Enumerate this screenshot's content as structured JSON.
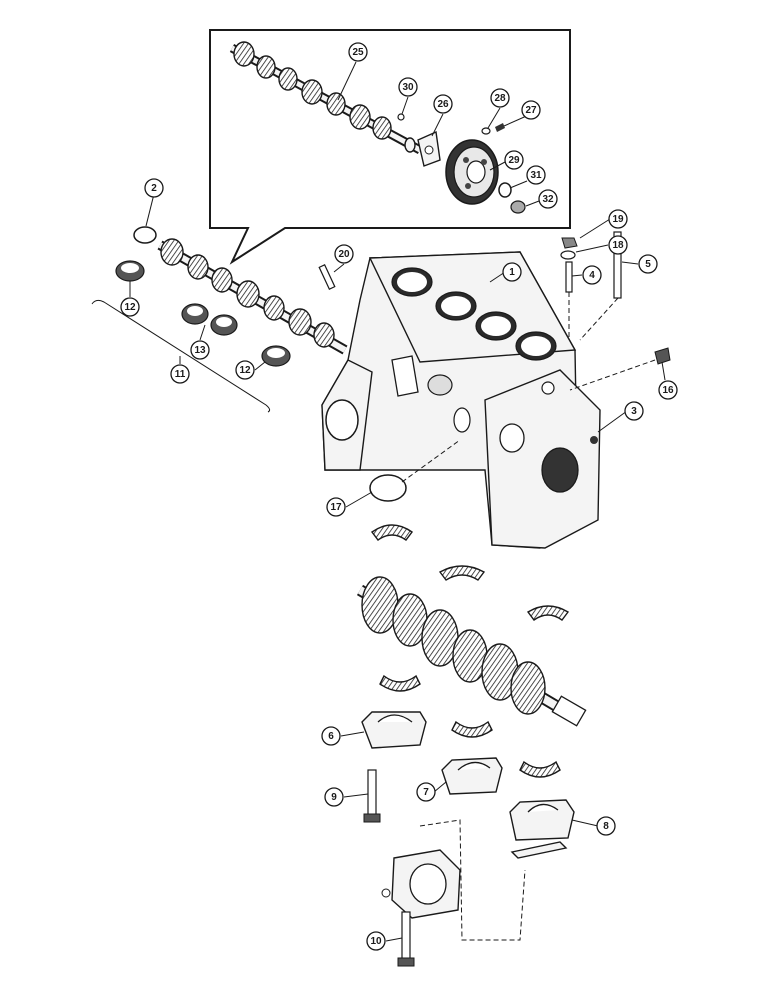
{
  "callouts": [
    {
      "id": "c1",
      "label": "1"
    },
    {
      "id": "c2",
      "label": "2"
    },
    {
      "id": "c3",
      "label": "3"
    },
    {
      "id": "c4",
      "label": "4"
    },
    {
      "id": "c5",
      "label": "5"
    },
    {
      "id": "c6",
      "label": "6"
    },
    {
      "id": "c7",
      "label": "7"
    },
    {
      "id": "c8",
      "label": "8"
    },
    {
      "id": "c9",
      "label": "9"
    },
    {
      "id": "c10",
      "label": "10"
    },
    {
      "id": "c11",
      "label": "11"
    },
    {
      "id": "c12a",
      "label": "12"
    },
    {
      "id": "c12b",
      "label": "12"
    },
    {
      "id": "c13",
      "label": "13"
    },
    {
      "id": "c16",
      "label": "16"
    },
    {
      "id": "c17",
      "label": "17"
    },
    {
      "id": "c18",
      "label": "18"
    },
    {
      "id": "c19",
      "label": "19"
    },
    {
      "id": "c20",
      "label": "20"
    },
    {
      "id": "c25",
      "label": "25"
    },
    {
      "id": "c26",
      "label": "26"
    },
    {
      "id": "c27",
      "label": "27"
    },
    {
      "id": "c28",
      "label": "28"
    },
    {
      "id": "c29",
      "label": "29"
    },
    {
      "id": "c30",
      "label": "30"
    },
    {
      "id": "c31",
      "label": "31"
    },
    {
      "id": "c32",
      "label": "32"
    }
  ]
}
